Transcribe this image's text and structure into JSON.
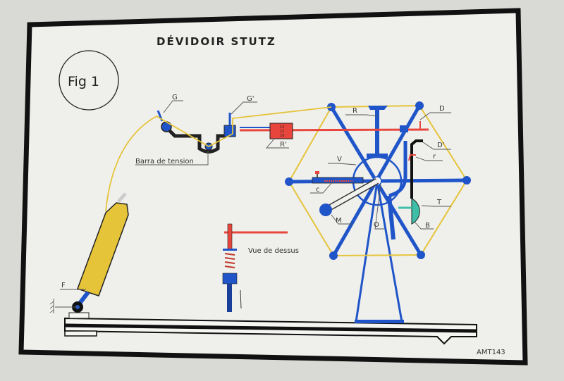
{
  "title": "DÉVIDOIR STUTZ",
  "figure_label": "Fig 1",
  "labels": {
    "G": "G",
    "G_prime": "G'",
    "R": "R",
    "R_prime": "R'",
    "D": "D",
    "D_prime": "D'",
    "r": "r",
    "V": "V",
    "C": "c",
    "T": "T",
    "M": "M",
    "O": "O",
    "B": "B",
    "F": "F",
    "tension_bar": "Barra de tension",
    "top_view": "Vue de dessus"
  },
  "r_prime_box": [
    "12",
    "12",
    "10"
  ],
  "reference": "AMT143",
  "colors": {
    "blue": "#1f55c8",
    "red": "#e8463c",
    "yellow": "#e6c43a",
    "teal": "#3fbfa8",
    "ink": "#111111",
    "paper": "#f1f1ee"
  }
}
